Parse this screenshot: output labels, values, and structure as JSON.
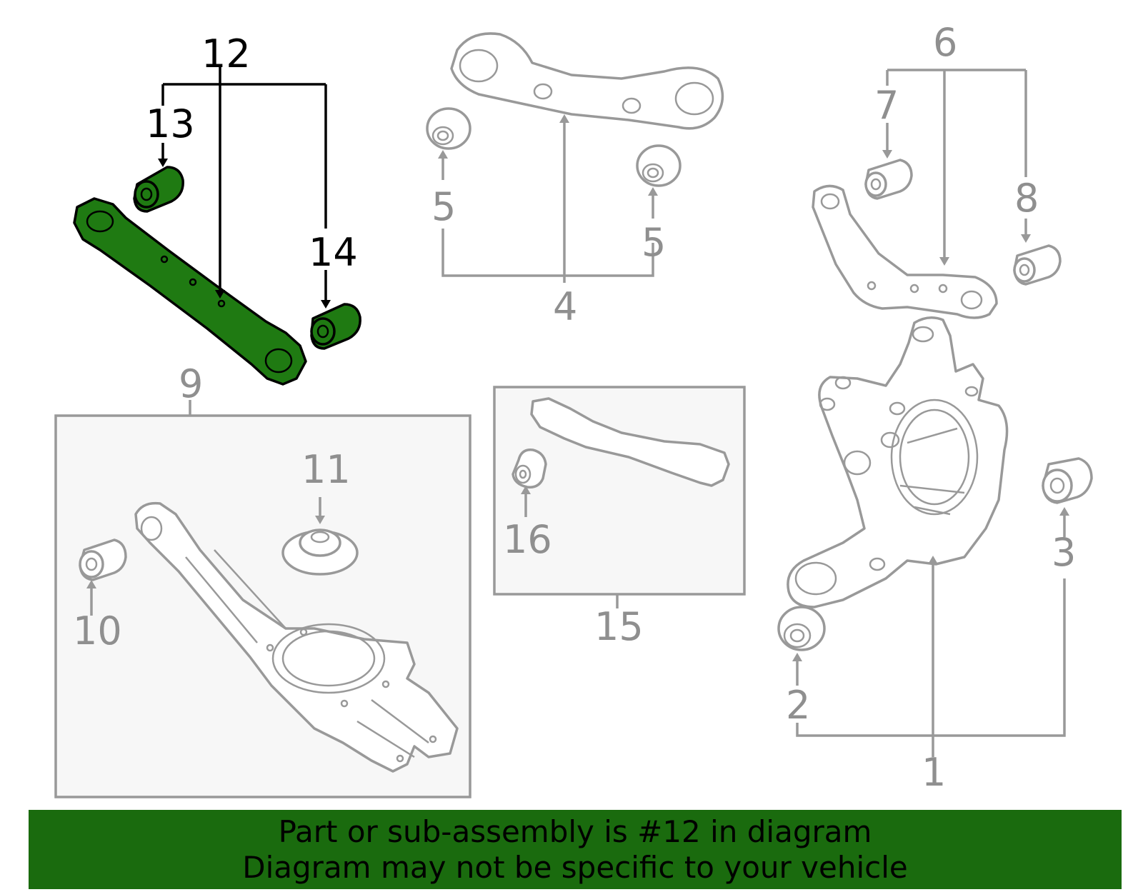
{
  "diagram": {
    "callouts": {
      "c1": "1",
      "c2": "2",
      "c3": "3",
      "c4": "4",
      "c5a": "5",
      "c5b": "5",
      "c6": "6",
      "c7": "7",
      "c8": "8",
      "c9": "9",
      "c10": "10",
      "c11": "11",
      "c12": "12",
      "c13": "13",
      "c14": "14",
      "c15": "15",
      "c16": "16"
    },
    "highlighted_part": "12",
    "colors": {
      "highlight_fill": "#1f7a12",
      "line_gray": "#999999",
      "banner_background": "#1a6b0e"
    }
  },
  "banner": {
    "line1": "Part or sub-assembly is #12 in diagram",
    "line2": "Diagram may not be specific to your vehicle"
  }
}
